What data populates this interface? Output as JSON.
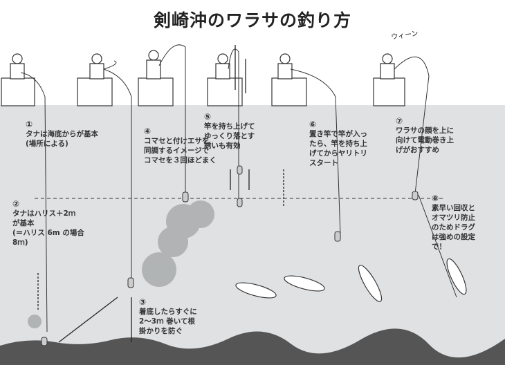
{
  "title": "剣崎沖のワラサの釣り方",
  "sound_effect": "ウィーン",
  "steps": [
    {
      "num": "①",
      "text": "タナは海底からが基本\n(場所による)"
    },
    {
      "num": "②",
      "text": "タナはハリス＋2ｍ\nが基本\n(＝ハリス 6m の場合\n8ｍ)"
    },
    {
      "num": "③",
      "text": "着底したらすぐに\n2～3ｍ 巻いて根\n掛かりを防ぐ"
    },
    {
      "num": "④",
      "text": "コマセと付けエサを\n同調するイメージで\nコマセを３回ほどまく"
    },
    {
      "num": "⑤",
      "text": "竿を持ち上げて\nゆっくり落とす\n誘いも有効"
    },
    {
      "num": "⑥",
      "text": "置き竿で竿が入っ\nたら、竿を持ち上\nげてからヤリトリ\nスタート"
    },
    {
      "num": "⑦",
      "text": "ワラサの顔を上に\n向けて電動巻き上\nげがおすすめ"
    },
    {
      "num": "⑧",
      "text": "素早い回収と\nオマツリ防止\nのためドラグ\nは強めの設定\nで！"
    }
  ],
  "colors": {
    "water": "#dfe1e3",
    "seabed": "#555555",
    "chum": "#a9abad"
  }
}
